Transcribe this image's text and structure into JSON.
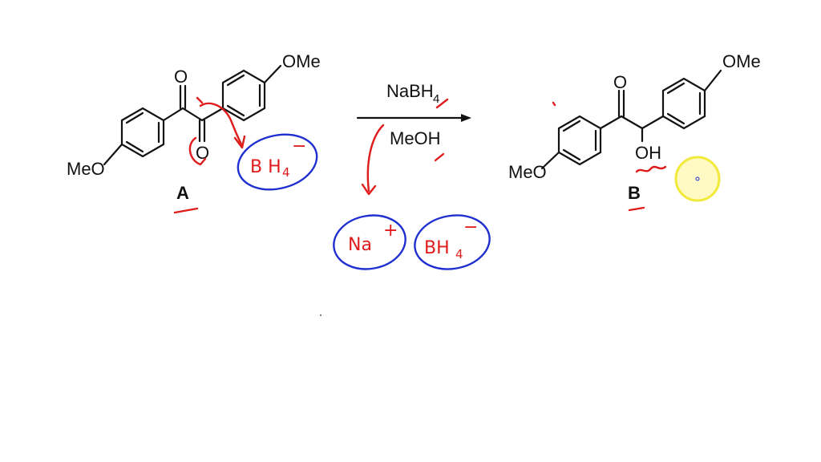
{
  "colors": {
    "ink": "#111111",
    "annotation_red": "#e01b1b",
    "annotation_blue": "#1f2fd0",
    "highlight_yellow": "#f2ea3a"
  },
  "reactant": {
    "label": "A",
    "carbonyl_1": "O",
    "carbonyl_2": "O",
    "substituent_left": "MeO",
    "substituent_right": "OMe"
  },
  "conditions": {
    "reagent": "NaBH",
    "reagent_sub": "4",
    "solvent": "MeOH"
  },
  "product": {
    "label": "B",
    "carbonyl": "O",
    "hydroxyl": "OH",
    "substituent_left": "MeO",
    "substituent_right": "OMe"
  },
  "annotations": {
    "hydride_near_A": {
      "main": "B H",
      "sub": "4",
      "charge": "−"
    },
    "cation": {
      "main": "Na",
      "charge": "+"
    },
    "hydride_anion": {
      "main": "BH",
      "sub": "4",
      "charge": "−"
    }
  }
}
